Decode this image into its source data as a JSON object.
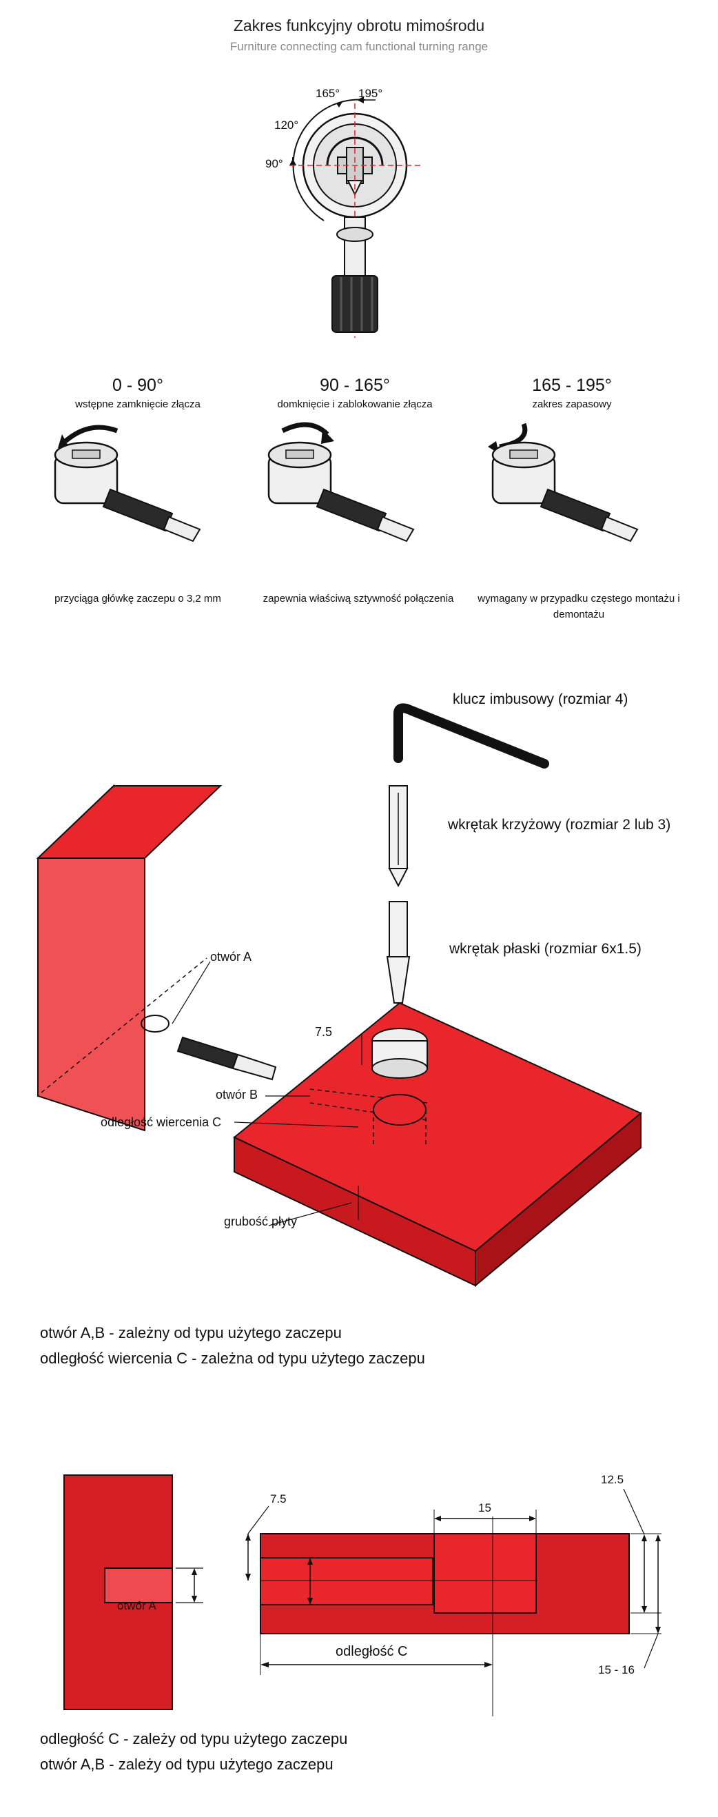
{
  "header": {
    "title": "Zakres funkcyjny obrotu mimośrodu",
    "subtitle": "Furniture connecting cam functional turning range"
  },
  "angles": {
    "a90": "90°",
    "a120": "120°",
    "a165": "165°",
    "a195": "195°"
  },
  "stages": [
    {
      "range": "0 - 90°",
      "desc": "wstępne zamknięcie złącza",
      "note": "przyciąga główkę zaczepu o 3,2 mm"
    },
    {
      "range": "90 - 165°",
      "desc": "domknięcie i zablokowanie złącza",
      "note": "zapewnia właściwą sztywność połączenia"
    },
    {
      "range": "165 - 195°",
      "desc": "zakres zapasowy",
      "note": "wymagany w przypadku częstego montażu i demontażu"
    }
  ],
  "tools": {
    "hex_key": "klucz imbusowy (rozmiar 4)",
    "phillips": "wkrętak krzyżowy (rozmiar 2 lub 3)",
    "flat": "wkrętak płaski (rozmiar 6x1.5)"
  },
  "assembly": {
    "hole_a": "otwór A",
    "hole_b": "otwór B",
    "drill_distance": "odległość wiercenia C",
    "thickness": "grubość płyty",
    "dim_75": "7.5"
  },
  "legend1": {
    "line1": "otwór A,B - zależny od typu użytego zaczepu",
    "line2": "odległość wiercenia C - zależna od typu użytego zaczepu"
  },
  "section": {
    "hole_a": "otwór A",
    "dim_75": "7.5",
    "dim_15": "15",
    "dim_125": "12.5",
    "dim_1516": "15 - 16",
    "distance_c": "odległość C"
  },
  "legend2": {
    "line1": "odległość C - zależy od typu użytego zaczepu",
    "line2": "otwór A,B - zależy od typu użytego zaczepu"
  },
  "colors": {
    "panel_red": "#e8262b",
    "panel_dark": "#b5151a",
    "accent_line": "#e3231f"
  }
}
